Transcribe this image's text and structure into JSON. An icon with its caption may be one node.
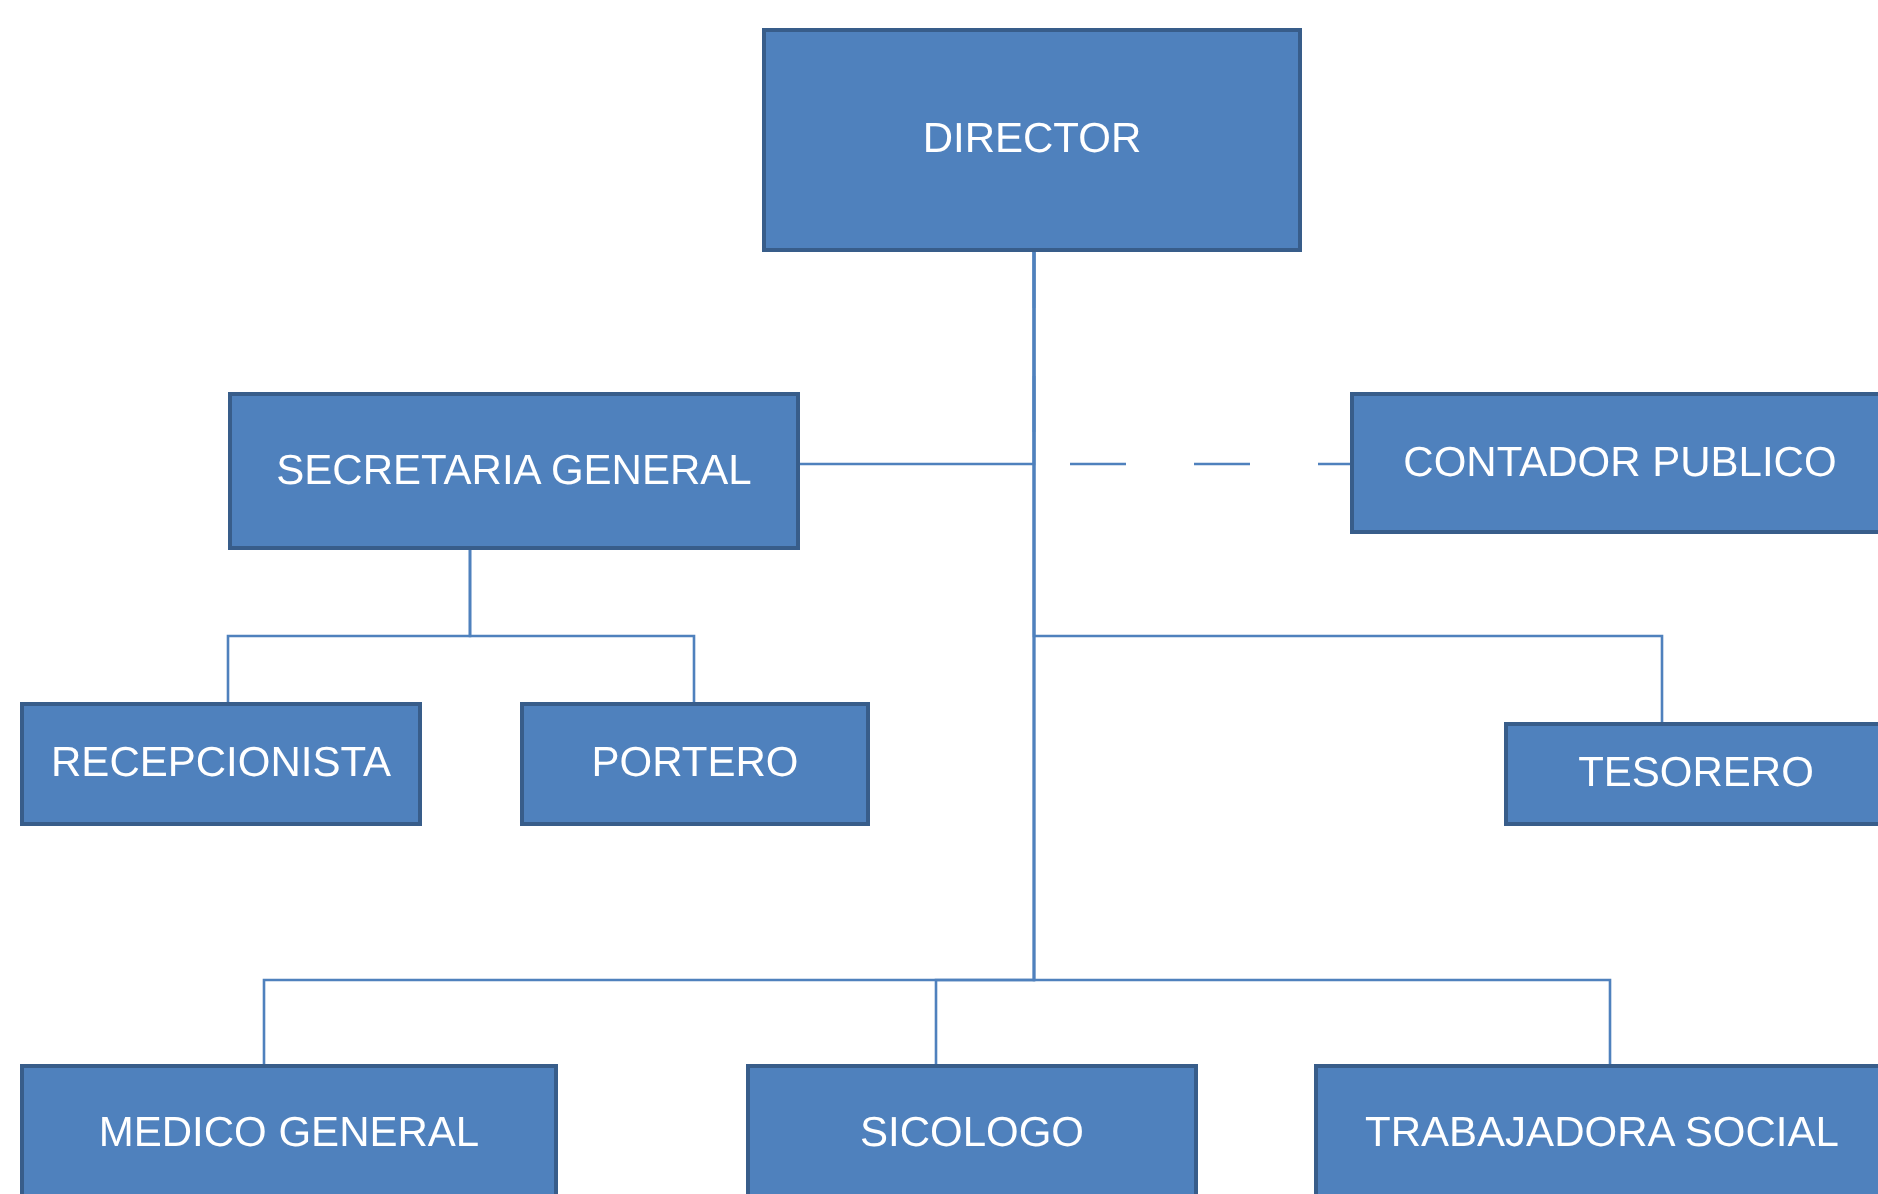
{
  "diagram": {
    "nodes": [
      {
        "text": [
          "DIRECTOR"
        ]
      },
      {
        "text": [
          "SECRETARIA GENERAL"
        ]
      },
      {
        "text": [
          "CONTADOR PUBLICO"
        ]
      },
      {
        "text": [
          "RECEPCIONISTA"
        ]
      },
      {
        "text": [
          "PORTERO"
        ]
      },
      {
        "text": [
          "TESORERO"
        ]
      },
      {
        "text": [
          "MEDICO GENERAL"
        ]
      },
      {
        "text": [
          "SICOLOGO"
        ]
      },
      {
        "text": [
          "TRABAJADORA SOCIAL"
        ]
      }
    ],
    "edges": [
      {
        "from": 0,
        "to": 1,
        "arrow": "none"
      },
      {
        "from": 0,
        "to": 2,
        "arrow": "none",
        "style": "dashed"
      },
      {
        "from": 0,
        "to": 5,
        "arrow": "none"
      },
      {
        "from": 0,
        "to": 6,
        "arrow": "none"
      },
      {
        "from": 0,
        "to": 7,
        "arrow": "none"
      },
      {
        "from": 0,
        "to": 8,
        "arrow": "none"
      },
      {
        "from": 1,
        "to": 3,
        "arrow": "none"
      },
      {
        "from": 1,
        "to": 4,
        "arrow": "none"
      }
    ]
  }
}
